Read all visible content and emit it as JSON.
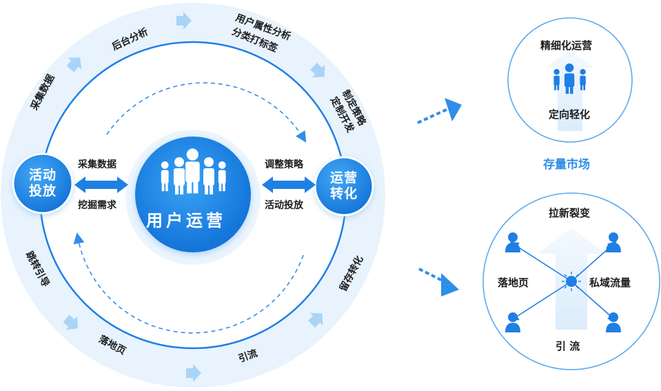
{
  "center": {
    "title": "用户运营"
  },
  "nodes": {
    "left": {
      "line1": "活动",
      "line2": "投放"
    },
    "right": {
      "line1": "运营",
      "line2": "转化"
    }
  },
  "inner_labels": {
    "left_top": "采集数据",
    "left_bottom": "挖掘需求",
    "right_top": "调整策略",
    "right_bottom": "活动投放"
  },
  "ring_labels": {
    "collect": "采集数据",
    "backend": "后台分析",
    "attr_line1": "用户属性分析",
    "attr_line2": "分类打标签",
    "strategy_line1": "制定策略",
    "strategy_line2": "定制开发",
    "retain": "留存转化",
    "traffic": "引流",
    "landing": "落地页",
    "redirect": "跳转引导"
  },
  "top_panel": {
    "top_label": "精细化运营",
    "bottom_label": "定向轻化",
    "market": "存量市场"
  },
  "bottom_panel": {
    "top_label": "拉新裂变",
    "left_label": "落地页",
    "right_label": "私域流量",
    "bottom_label": "引 流"
  },
  "colors": {
    "primary": "#1a82e8",
    "ring_light": "#e6f2fd",
    "ring_mid": "#cfe6fb",
    "arrow_light": "#a9d4f7",
    "dashed": "#2f8ee8",
    "market_text": "#2f8ee8"
  }
}
